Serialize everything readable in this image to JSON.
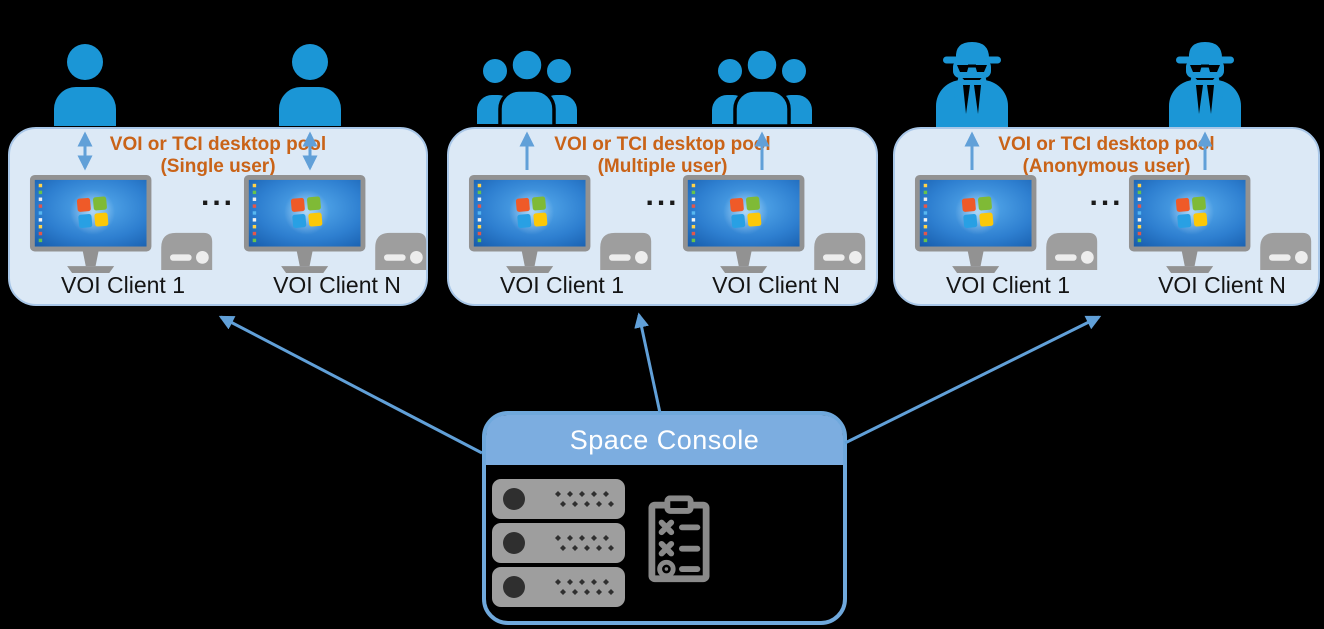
{
  "colors": {
    "background": "#000000",
    "panel_fill": "#dce9f6",
    "panel_border": "#a9c7e8",
    "user_blue": "#1b96d6",
    "arrow_blue": "#61a0d8",
    "caption_orange": "#c96318",
    "console_header_fill": "#7cade0",
    "console_border": "#6fa8dc",
    "console_title": "#ffffff",
    "hardware_gray": "#929292",
    "hardware_dark": "#2f2f2f",
    "client_label": "#141414"
  },
  "pools": [
    {
      "caption_line1": "VOI or TCI desktop pool",
      "caption_line2": "(Single user)",
      "user_icon": "single-user",
      "user_arrow_direction": "bidirectional",
      "separator": "...",
      "clients": [
        {
          "label": "VOI Client 1"
        },
        {
          "label": "VOI Client N"
        }
      ]
    },
    {
      "caption_line1": "VOI or TCI desktop pool",
      "caption_line2": "(Multiple user)",
      "user_icon": "multiple-user",
      "user_arrow_direction": "up",
      "separator": "...",
      "clients": [
        {
          "label": "VOI Client 1"
        },
        {
          "label": "VOI Client N"
        }
      ]
    },
    {
      "caption_line1": "VOI or TCI desktop pool",
      "caption_line2": "(Anonymous user)",
      "user_icon": "anonymous-user",
      "user_arrow_direction": "up",
      "separator": "...",
      "clients": [
        {
          "label": "VOI Client 1"
        },
        {
          "label": "VOI Client N"
        }
      ]
    }
  ],
  "console": {
    "title": "Space Console",
    "icons": [
      "server-stack-icon",
      "checklist-icon"
    ]
  }
}
